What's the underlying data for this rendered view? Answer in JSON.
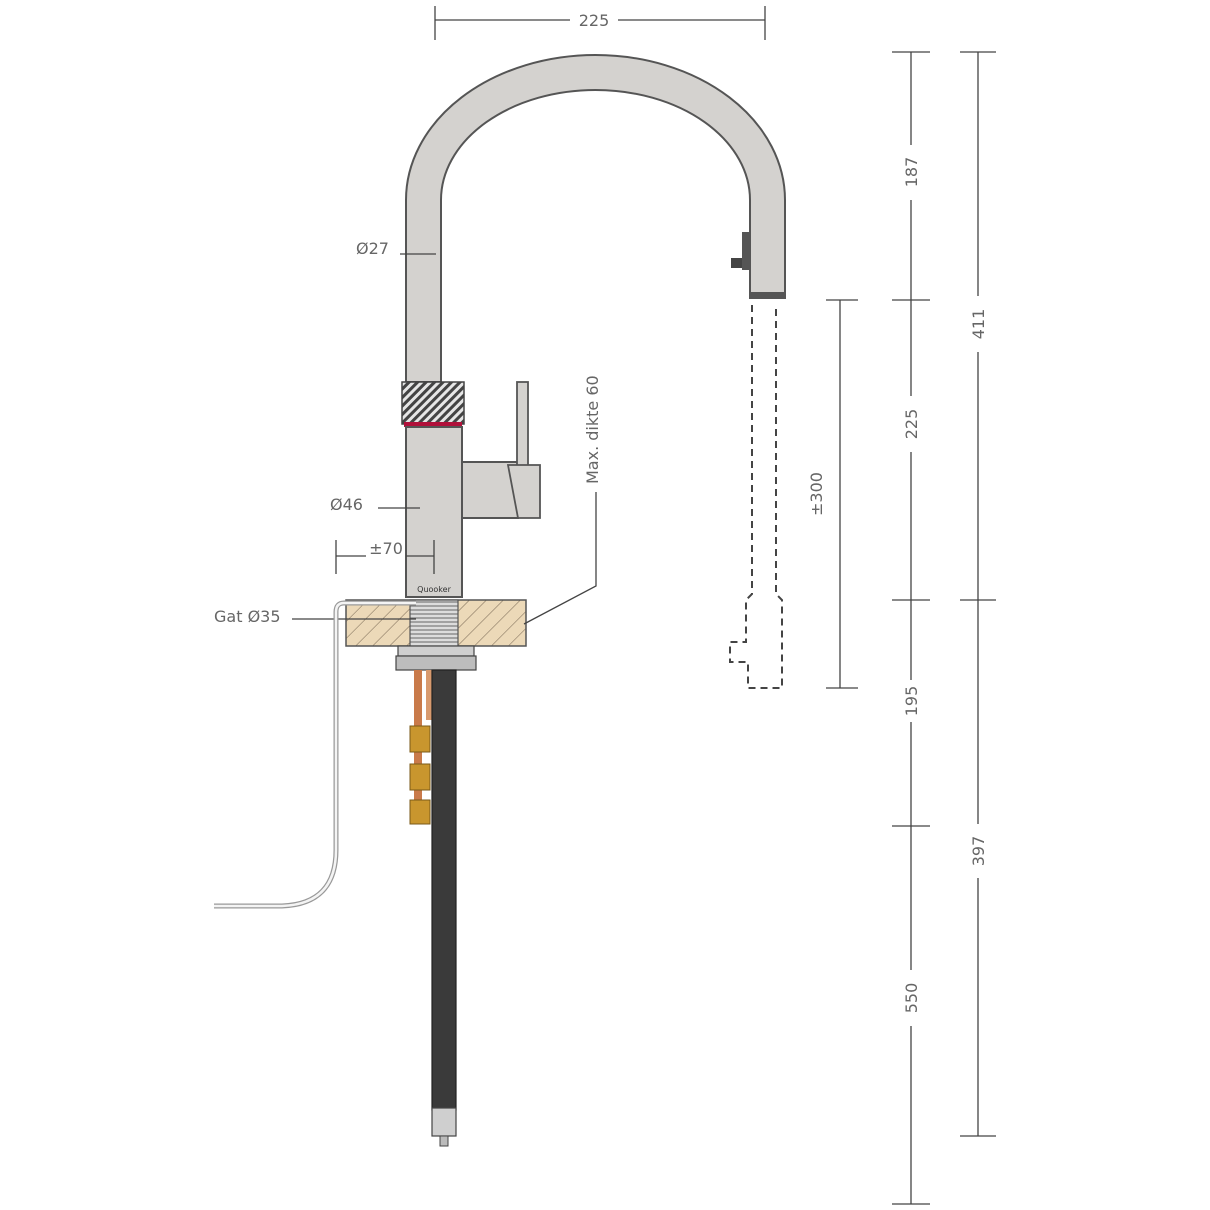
{
  "dimensions": {
    "spout_reach": "225",
    "spout_height": "187",
    "body_height": "225",
    "above_deck_total": "411",
    "pullout_length": "±300",
    "below_deck_upper": "195",
    "below_deck_total": "397",
    "hose_length": "550"
  },
  "labels": {
    "spout_diameter": "Ø27",
    "body_diameter": "Ø46",
    "lever_offset": "±70",
    "hole_diameter": "Gat Ø35",
    "max_thickness": "Max. dikte 60"
  },
  "brand": "Quooker",
  "colors": {
    "tap_finish": "#d4d2cf",
    "tap_outline": "#555555",
    "dimension_line": "#444444",
    "label_text": "#666666",
    "worktop": "#ecd9b8",
    "copper_pipe": "#c97a4a",
    "brass_fitting": "#c9962e",
    "hose": "#3a3a3a",
    "indicator_red": "#b0103a"
  }
}
